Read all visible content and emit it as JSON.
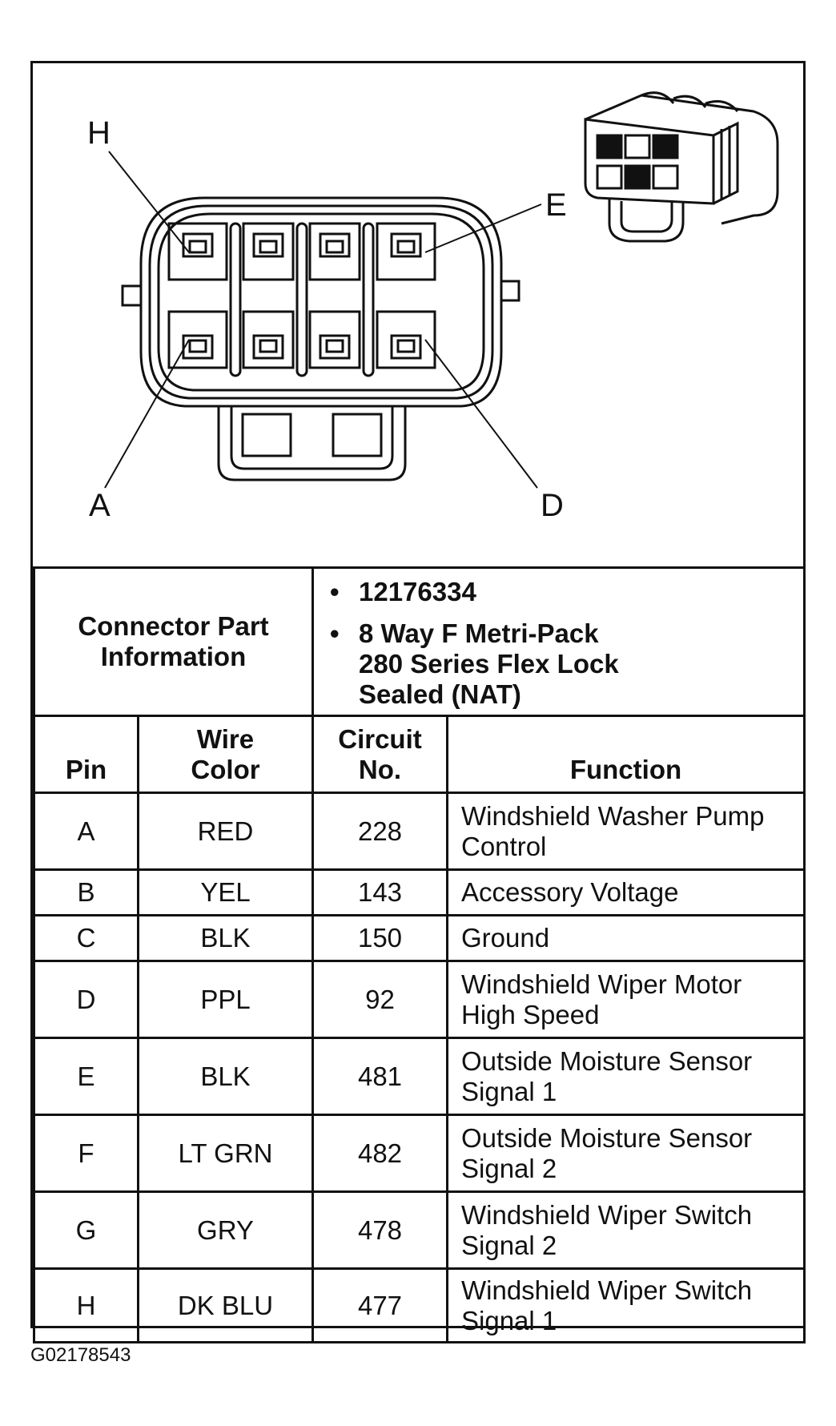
{
  "diagram": {
    "pin_labels": {
      "h": "H",
      "e": "E",
      "a": "A",
      "d": "D"
    }
  },
  "connector_part": {
    "label": "Connector Part\nInformation",
    "items": [
      "12176334",
      "8 Way F Metri-Pack\n280 Series Flex Lock\nSealed (NAT)"
    ]
  },
  "table": {
    "headers": {
      "pin": "Pin",
      "wire_color": "Wire\nColor",
      "circuit": "Circuit\nNo.",
      "function": "Function"
    },
    "rows": [
      {
        "pin": "A",
        "color": "RED",
        "circuit": "228",
        "function": "Windshield Washer Pump\nControl"
      },
      {
        "pin": "B",
        "color": "YEL",
        "circuit": "143",
        "function": "Accessory Voltage"
      },
      {
        "pin": "C",
        "color": "BLK",
        "circuit": "150",
        "function": "Ground"
      },
      {
        "pin": "D",
        "color": "PPL",
        "circuit": "92",
        "function": "Windshield Wiper Motor\nHigh Speed"
      },
      {
        "pin": "E",
        "color": "BLK",
        "circuit": "481",
        "function": "Outside Moisture Sensor\nSignal 1"
      },
      {
        "pin": "F",
        "color": "LT GRN",
        "circuit": "482",
        "function": "Outside Moisture Sensor\nSignal 2"
      },
      {
        "pin": "G",
        "color": "GRY",
        "circuit": "478",
        "function": "Windshield Wiper Switch\nSignal 2"
      },
      {
        "pin": "H",
        "color": "DK BLU",
        "circuit": "477",
        "function": "Windshield Wiper Switch\nSignal 1"
      }
    ]
  },
  "footer_code": "G02178543"
}
